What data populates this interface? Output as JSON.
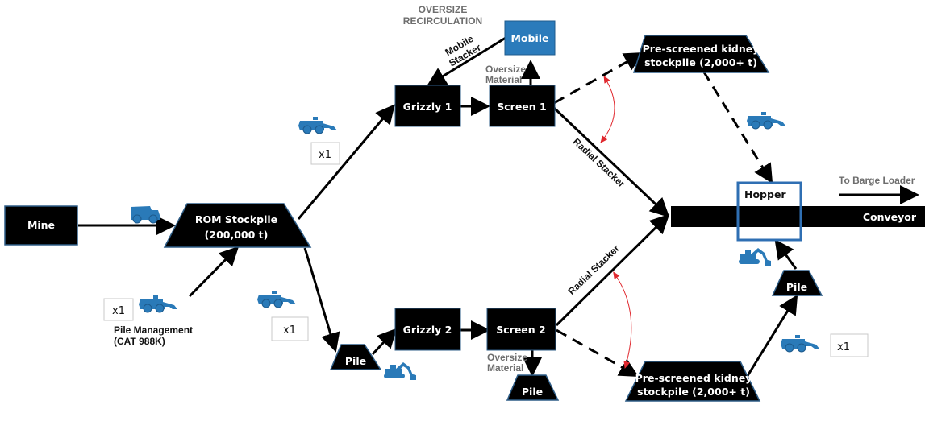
{
  "title_annotation": [
    "OVERSIZE",
    "RECIRCULATION"
  ],
  "nodes": {
    "mine": "Mine",
    "rom_stockpile": [
      "ROM Stockpile",
      "(200,000 t)"
    ],
    "grizzly_1": "Grizzly 1",
    "grizzly_2": "Grizzly 2",
    "screen_1": "Screen 1",
    "screen_2": "Screen 2",
    "mobile": "Mobile",
    "kidney_top": [
      "Pre-screened kidney",
      "stockpile (2,000+ t)"
    ],
    "kidney_bottom": [
      "Pre-screened kidney",
      "stockpile (2,000+ t)"
    ],
    "pile_left": "Pile",
    "pile_oversize": "Pile",
    "pile_right": "Pile",
    "hopper": "Hopper",
    "conveyor": "Conveyor"
  },
  "labels": {
    "mobile_stacker": [
      "Mobile",
      "Stacker"
    ],
    "oversize_material_1": [
      "Oversize",
      "Material"
    ],
    "oversize_material_2": [
      "Oversize",
      "Material"
    ],
    "radial_stacker_1": "Radial Stacker",
    "radial_stacker_2": "Radial Stacker",
    "to_barge_loader": "To Barge Loader",
    "pile_management": [
      "Pile Management",
      "(CAT 988K)"
    ]
  },
  "counts": {
    "pile_mgmt": "x1",
    "top_loader": "x1",
    "bottom_loader": "x1",
    "right_loader": "x1"
  },
  "icons": {
    "truck": "haul-truck-icon",
    "loader": "wheel-loader-icon",
    "excavator": "excavator-icon"
  },
  "colors": {
    "node_fill": "#000000",
    "node_border": "#2e5d87",
    "equipment_blue": "#2a7ab8",
    "mobile_fill": "#2b7bbb",
    "hopper_border": "#2f6fb3",
    "angle_arc": "#e0282e",
    "grey_label": "#6e6e6e"
  }
}
